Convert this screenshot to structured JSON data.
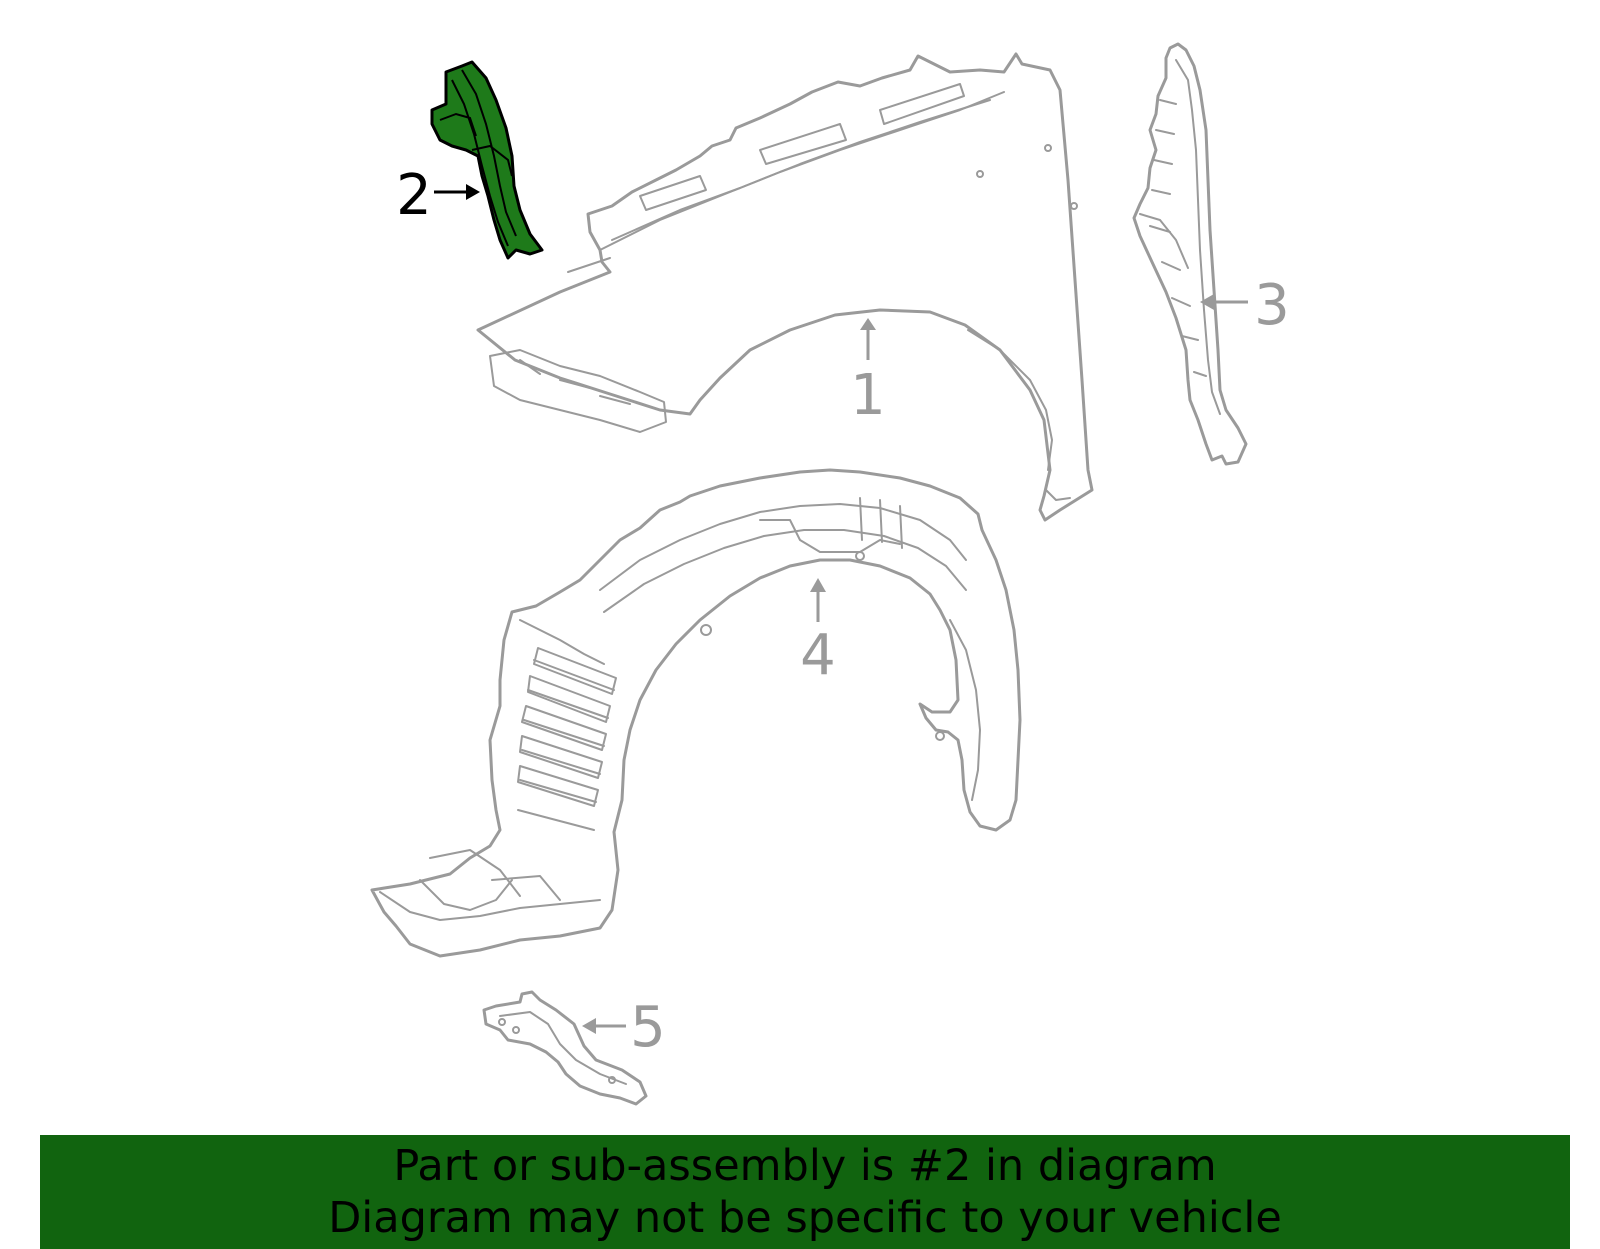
{
  "callouts": [
    {
      "number": "1",
      "part": "fender"
    },
    {
      "number": "2",
      "part": "fender-bracket"
    },
    {
      "number": "3",
      "part": "fender-side-seal"
    },
    {
      "number": "4",
      "part": "fender-liner"
    },
    {
      "number": "5",
      "part": "liner-bracket"
    }
  ],
  "highlighted_callout": "2",
  "colors": {
    "highlight": "#1e7a1a",
    "line": "#9a9a9a",
    "banner": "#11640f"
  },
  "banner": {
    "line1": "Part or sub-assembly is #2 in diagram",
    "line2": "Diagram may not be specific to your vehicle"
  }
}
